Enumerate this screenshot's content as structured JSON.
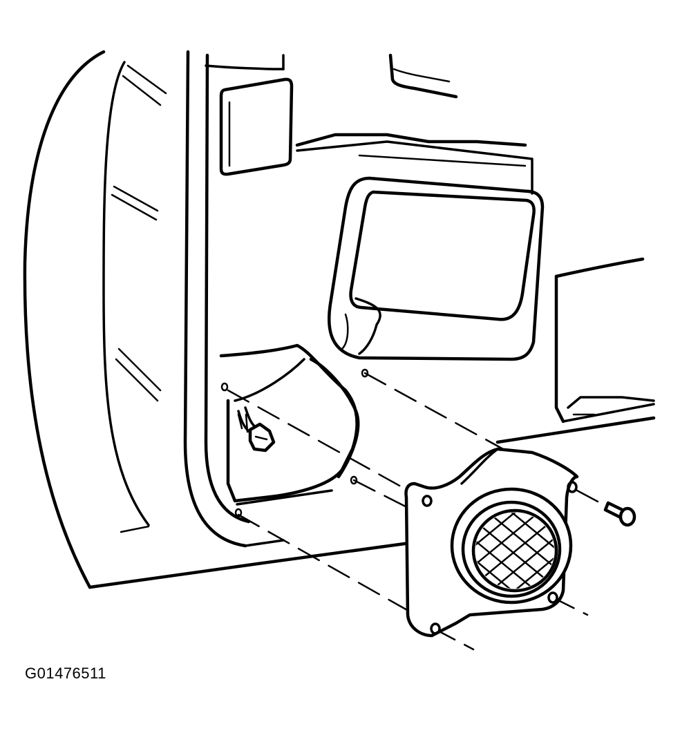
{
  "figure": {
    "id_label": "G01476511"
  },
  "colors": {
    "ink": "#000000",
    "background": "#ffffff"
  },
  "parts": {
    "screw": "fastener-screw",
    "component": "meshed-outlet-assembly"
  }
}
